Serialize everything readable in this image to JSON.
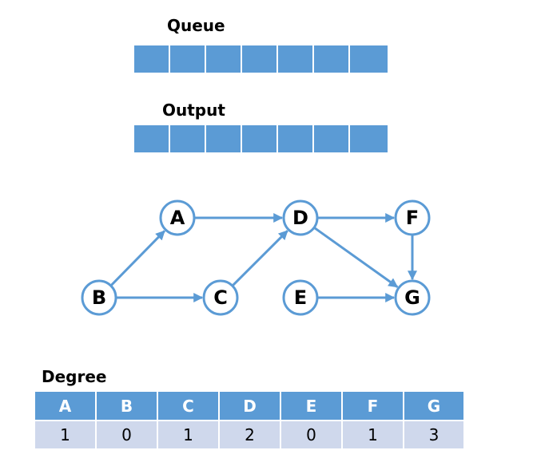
{
  "queue": {
    "label": "Queue",
    "slots": 7
  },
  "output": {
    "label": "Output",
    "slots": 7
  },
  "graph": {
    "nodes": [
      "A",
      "B",
      "C",
      "D",
      "E",
      "F",
      "G"
    ],
    "edges": [
      [
        "B",
        "A"
      ],
      [
        "B",
        "C"
      ],
      [
        "A",
        "D"
      ],
      [
        "C",
        "D"
      ],
      [
        "D",
        "F"
      ],
      [
        "D",
        "G"
      ],
      [
        "E",
        "G"
      ],
      [
        "F",
        "G"
      ]
    ]
  },
  "degree": {
    "title": "Degree",
    "headers": [
      "A",
      "B",
      "C",
      "D",
      "E",
      "F",
      "G"
    ],
    "values": [
      "1",
      "0",
      "1",
      "2",
      "0",
      "1",
      "3"
    ]
  },
  "colors": {
    "accent": "#5b9bd5",
    "table_row": "#cfd8ec"
  }
}
